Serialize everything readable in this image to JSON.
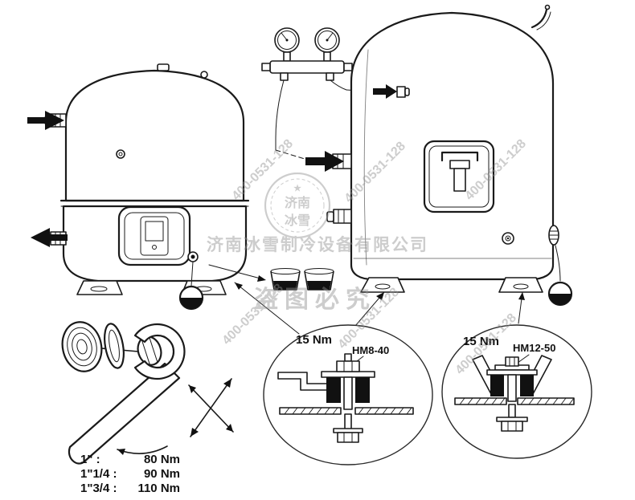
{
  "colors": {
    "line_ink": "#1a1a1a",
    "arrow_fill": "#111111",
    "watermark_gray": "#8f8f8f"
  },
  "callouts": {
    "left": {
      "torque": "15 Nm",
      "part": "HM8-40"
    },
    "right": {
      "torque": "15 Nm",
      "part": "HM12-50"
    }
  },
  "torque_table": {
    "rows": [
      {
        "size": "1\" :",
        "value": "80 Nm"
      },
      {
        "size": "1\"1/4 :",
        "value": "90 Nm"
      },
      {
        "size": "1\"3/4 :",
        "value": "110 Nm"
      }
    ]
  },
  "watermark": {
    "phone": "400-0531-128",
    "stamp_star": "★",
    "stamp_line1": "济南",
    "stamp_line2": "冰雪",
    "company": "济南冰雪制冷设备有限公司",
    "warning": "盗图必究"
  }
}
